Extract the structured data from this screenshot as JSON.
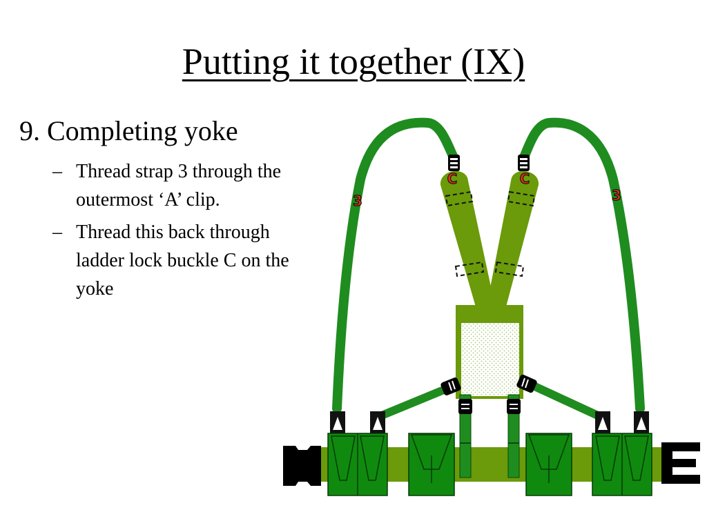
{
  "slide": {
    "title": "Putting it together (IX)",
    "heading": "9. Completing yoke",
    "bullet_marker": "–",
    "bullets": [
      "Thread strap 3 through the outermost ‘A’ clip.",
      "Thread this back through ladder lock buckle C on the yoke"
    ]
  },
  "diagram": {
    "strap_label": "3",
    "buckle_label": "C",
    "colors": {
      "strap": "#1f8c1f",
      "yoke": "#6b9a0a",
      "belt": "#6b9a0a",
      "pouch": "#0f8a0f",
      "label": "#e03020"
    }
  }
}
